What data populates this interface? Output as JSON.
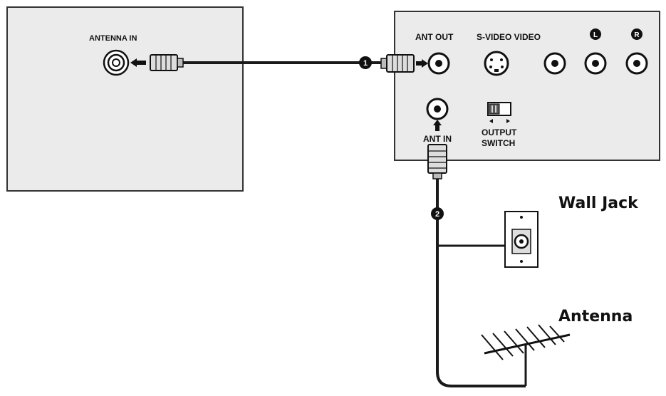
{
  "tv_panel": {
    "antenna_in_label": "ANTENNA IN"
  },
  "device_panel": {
    "ant_out_label": "ANT OUT",
    "svideo_video_label": "S-VIDEO VIDEO",
    "left_audio_badge": "L",
    "right_audio_badge": "R",
    "ant_in_label": "ANT IN",
    "output_switch_line1": "OUTPUT",
    "output_switch_line2": "SWITCH"
  },
  "steps": {
    "step1": "1",
    "step2": "2"
  },
  "labels": {
    "wall_jack": "Wall Jack",
    "antenna": "Antenna"
  },
  "colors": {
    "panel_fill": "#ebebeb",
    "panel_stroke": "#333333",
    "cable": "#1a1a1a"
  },
  "icons": {
    "arrow": "arrow-left-icon",
    "connector": "coax-connector-icon",
    "antenna": "yagi-antenna-icon"
  }
}
